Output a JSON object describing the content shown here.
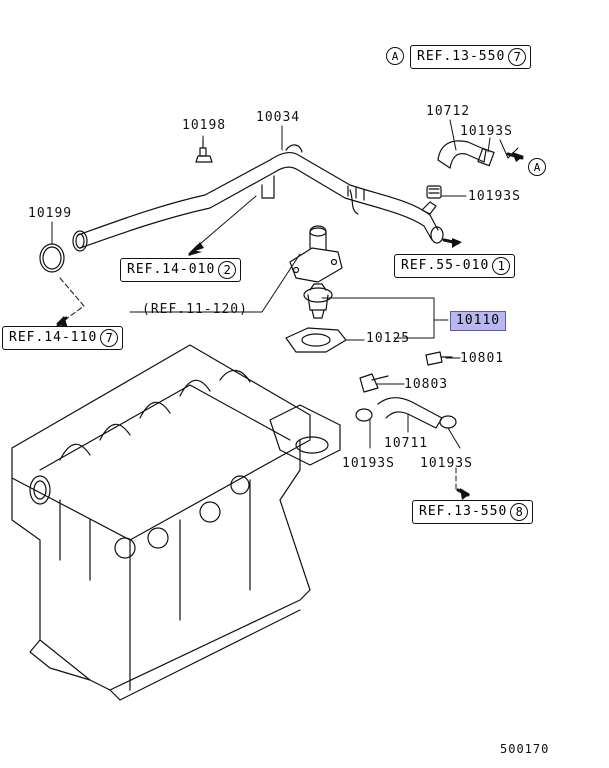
{
  "refs": {
    "ref_13_550_a": {
      "text": "REF.13-550",
      "num": "7"
    },
    "ref_14_010": {
      "text": "REF.14-010",
      "num": "2"
    },
    "ref_55_010": {
      "text": "REF.55-010",
      "num": "1"
    },
    "ref_14_110": {
      "text": "REF.14-110",
      "num": "7"
    },
    "ref_13_550_b": {
      "text": "REF.13-550",
      "num": "8"
    },
    "ref_11_120": "(REF.11-120)"
  },
  "marker_a": "A",
  "parts": {
    "p10198": "10198",
    "p10034": "10034",
    "p10712": "10712",
    "p10193s_top": "10193S",
    "p10193s_mid": "10193S",
    "p10199": "10199",
    "p10110": "10110",
    "p10125": "10125",
    "p10801": "10801",
    "p10803": "10803",
    "p10711": "10711",
    "p10193s_left": "10193S",
    "p10193s_right": "10193S"
  },
  "diagram_code": "500170"
}
